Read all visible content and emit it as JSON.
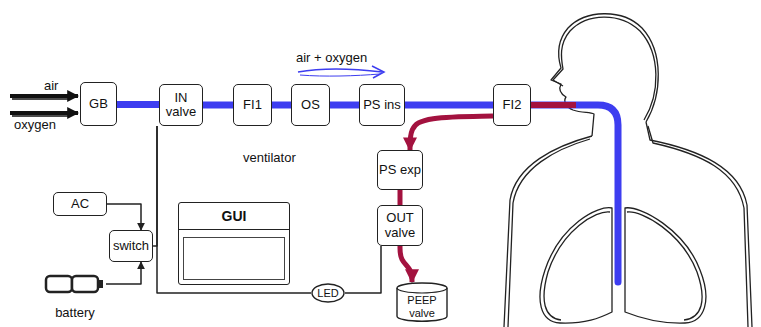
{
  "diagram": {
    "nodes": [
      {
        "text": [
          "GB"
        ]
      },
      {
        "text": [
          "IN valve"
        ]
      },
      {
        "text": [
          "FI1"
        ]
      },
      {
        "text": [
          "OS"
        ]
      },
      {
        "text": [
          "PS ins"
        ]
      },
      {
        "text": [
          "FI2"
        ]
      },
      {
        "text": [
          "PS exp"
        ]
      },
      {
        "text": [
          "OUT valve"
        ]
      },
      {
        "text": [
          "PEEP valve"
        ]
      },
      {
        "text": [
          "GUI"
        ]
      },
      {
        "text": [
          "AC"
        ]
      },
      {
        "text": [
          "switch"
        ]
      },
      {
        "text": [
          "battery"
        ]
      },
      {
        "text": [
          "LED"
        ]
      }
    ],
    "edges": [
      {
        "from": 0,
        "to": 1,
        "arrow": "none"
      },
      {
        "from": 1,
        "to": 2,
        "arrow": "none"
      },
      {
        "from": 2,
        "to": 3,
        "arrow": "none"
      },
      {
        "from": 3,
        "to": 4,
        "arrow": "none"
      },
      {
        "from": 4,
        "to": 5,
        "arrow": "none"
      },
      {
        "from": 5,
        "to": 6,
        "arrow": "to"
      },
      {
        "from": 6,
        "to": 7,
        "arrow": "none"
      },
      {
        "from": 7,
        "to": 8,
        "arrow": "to"
      },
      {
        "from": 10,
        "to": 11,
        "arrow": "to"
      },
      {
        "from": 12,
        "to": 11,
        "arrow": "to"
      },
      {
        "from": 11,
        "to": 1,
        "arrow": "none"
      },
      {
        "from": 1,
        "to": 13,
        "arrow": "none"
      },
      {
        "from": 13,
        "to": 7,
        "arrow": "none"
      }
    ],
    "labels": [
      "air",
      "oxygen",
      "air + oxygen",
      "ventilator"
    ]
  }
}
